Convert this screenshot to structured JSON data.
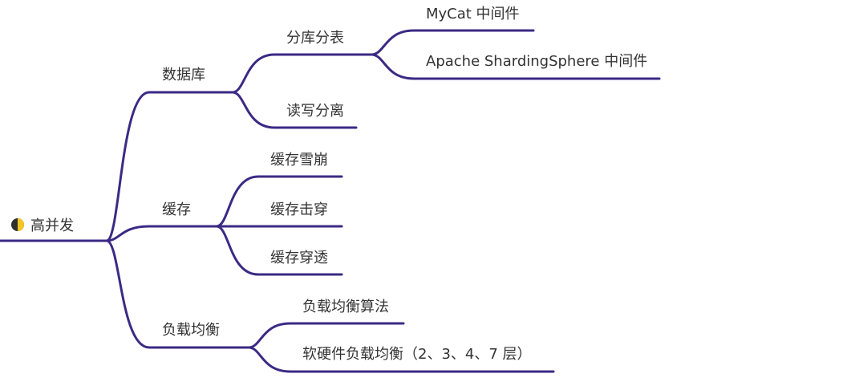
{
  "colors": {
    "line": "#3b2a84",
    "text": "#333333",
    "icon_dark": "#2f2f2f",
    "icon_light": "#f3c623"
  },
  "root": {
    "label": "高并发",
    "icon": "half-moon-icon"
  },
  "branches": [
    {
      "label": "数据库",
      "children": [
        {
          "label": "分库分表",
          "children": [
            {
              "label": "MyCat 中间件"
            },
            {
              "label": "Apache ShardingSphere 中间件"
            }
          ]
        },
        {
          "label": "读写分离"
        }
      ]
    },
    {
      "label": "缓存",
      "children": [
        {
          "label": "缓存雪崩"
        },
        {
          "label": "缓存击穿"
        },
        {
          "label": "缓存穿透"
        }
      ]
    },
    {
      "label": "负载均衡",
      "children": [
        {
          "label": "负载均衡算法"
        },
        {
          "label": "软硬件负载均衡（2、3、4、7 层）"
        }
      ]
    }
  ]
}
